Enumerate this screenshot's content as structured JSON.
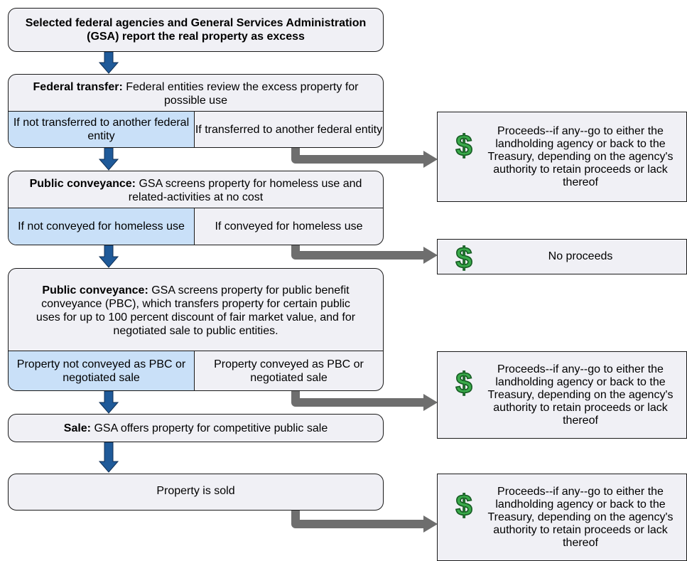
{
  "colors": {
    "box_fill": "#f0f0f5",
    "highlight_fill": "#c9e0f8",
    "down_arrow": "#1f5a99",
    "connector": "#6e6e6e",
    "dollar": "#3aaa4a"
  },
  "start": {
    "text": "Selected federal agencies and General Services Administration (GSA) report the real property as excess"
  },
  "stages": [
    {
      "heading": "Federal transfer:",
      "text": " Federal entities review the excess property for possible use",
      "no_label": "If not transferred to another federal entity",
      "yes_label": "If transferred to another federal entity"
    },
    {
      "heading": "Public conveyance:",
      "text": " GSA screens property for homeless use and related-activities at no cost",
      "no_label": "If not conveyed for homeless use",
      "yes_label": "If conveyed for homeless use"
    },
    {
      "heading": "Public conveyance:",
      "text": " GSA screens property for public benefit conveyance (PBC), which transfers property for certain public uses for up to 100 percent discount of fair market value, and for negotiated sale to public entities.",
      "no_label": "Property not conveyed as PBC or negotiated sale",
      "yes_label": "Property conveyed as PBC or negotiated sale"
    }
  ],
  "sale": {
    "heading": "Sale:",
    "text": " GSA offers property for competitive public sale"
  },
  "sold": {
    "text": "Property is sold"
  },
  "outcomes": [
    {
      "icon": "dollar-icon",
      "text": "Proceeds--if any--go to either the landholding agency or back to the Treasury, depending on the agency's authority to retain proceeds or lack thereof"
    },
    {
      "icon": "dollar-icon",
      "text": "No proceeds"
    },
    {
      "icon": "dollar-icon",
      "text": "Proceeds--if any--go to either the landholding agency or back to the Treasury, depending on the agency's authority to retain proceeds or lack thereof"
    },
    {
      "icon": "dollar-icon",
      "text": "Proceeds--if any--go to either the landholding agency or back to the Treasury, depending on the agency's authority to retain proceeds or lack thereof"
    }
  ]
}
